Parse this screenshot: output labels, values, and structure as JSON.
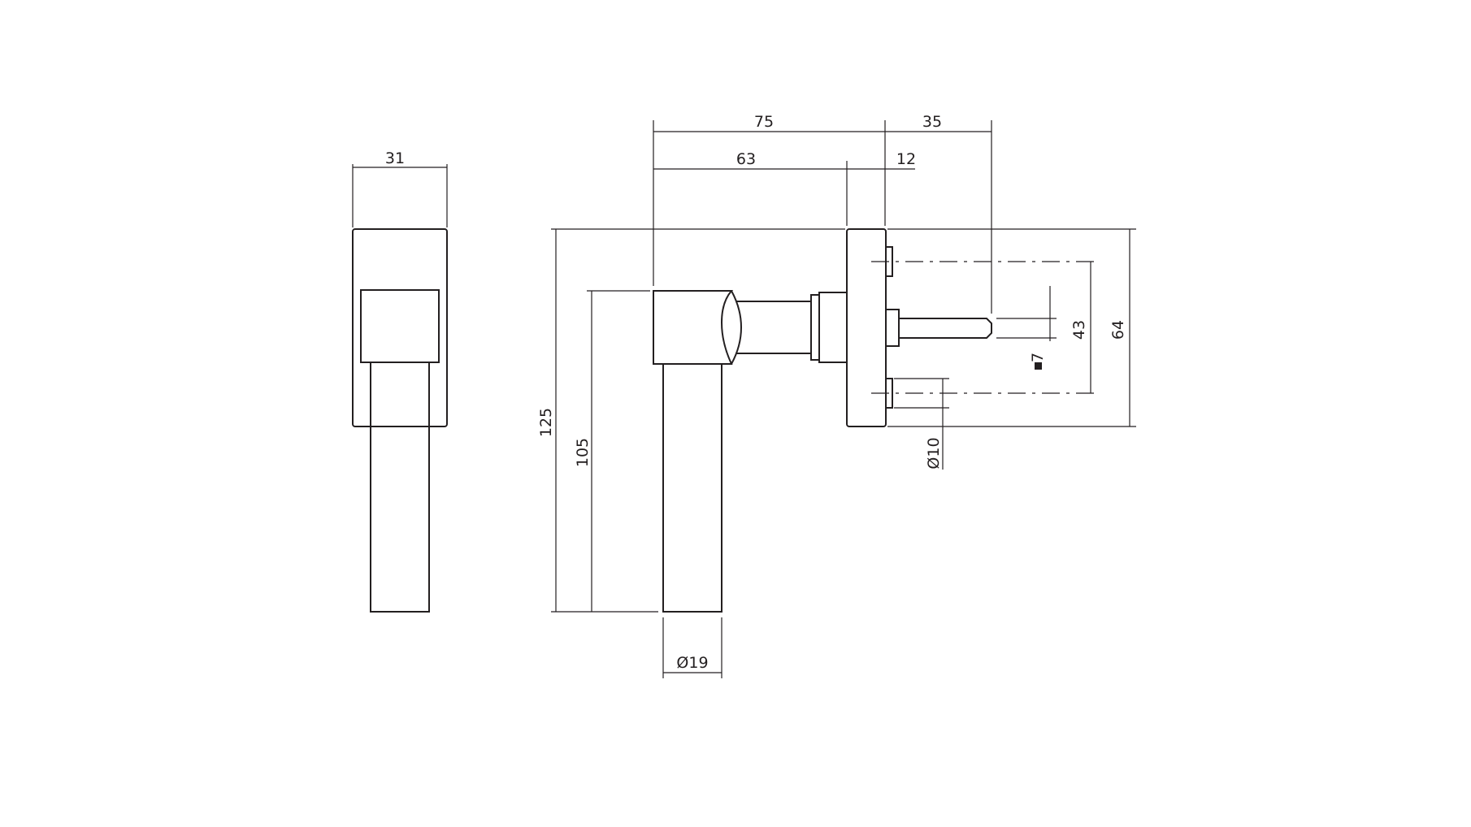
{
  "drawing": {
    "stroke_color": "#231f20",
    "background": "#ffffff"
  },
  "dimensions": {
    "front_width": "31",
    "overall_length": "75",
    "spindle_length": "35",
    "handle_length": "63",
    "rose_thickness": "12",
    "overall_height": "125",
    "grip_height": "105",
    "grip_diameter": "Ø19",
    "screw_spacing": "43",
    "rose_height": "64",
    "spindle_square": "7",
    "screw_diameter": "Ø10"
  }
}
